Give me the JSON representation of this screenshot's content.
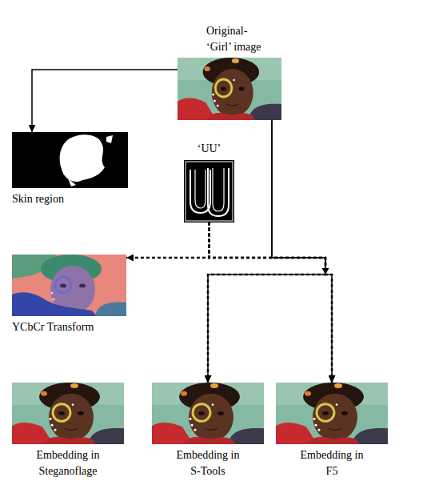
{
  "diagram": {
    "nodes": [
      {
        "text": [
          "Original- ‘Girl’ image"
        ]
      },
      {
        "text": [
          "Skin region"
        ]
      },
      {
        "text": [
          "‘UU’"
        ]
      },
      {
        "text": [
          "YCbCr Transform"
        ]
      },
      {
        "text": [
          "Embedding in Steganoflage"
        ]
      },
      {
        "text": [
          "Embedding in S-Tools"
        ]
      },
      {
        "text": [
          "Embedding in F5"
        ]
      }
    ],
    "edges": [
      {
        "from": 0,
        "to": 1,
        "arrow": "to"
      },
      {
        "from": 0,
        "to": 5,
        "arrow": "to"
      },
      {
        "from": 0,
        "to": 6,
        "arrow": "to"
      },
      {
        "from": 2,
        "to": 3,
        "arrow": "to"
      },
      {
        "from": 2,
        "to": 5,
        "arrow": "to"
      },
      {
        "from": 2,
        "to": 6,
        "arrow": "to"
      }
    ]
  }
}
